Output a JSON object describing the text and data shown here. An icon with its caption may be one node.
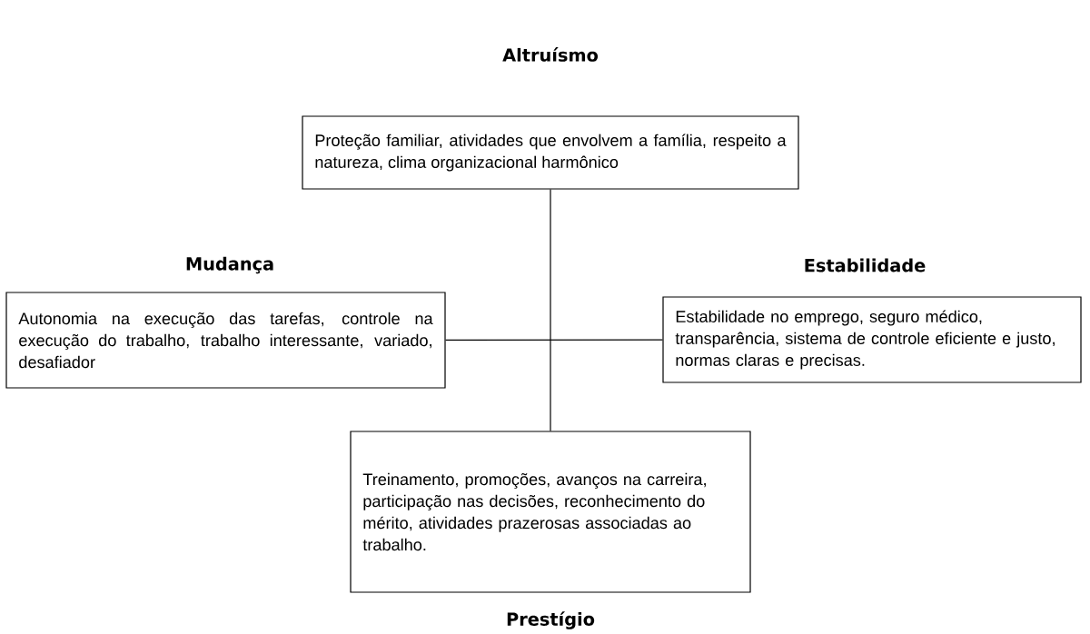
{
  "diagram": {
    "nodes": [
      {
        "text": [
          "Altruísmo",
          "Proteção familiar, atividades que envolvem a família, respeito a natureza, clima organizacional harmônico"
        ]
      },
      {
        "text": [
          "Mudança",
          "Autonomia na execução das tarefas, controle na execução do trabalho, trabalho interessante, variado, desafiador"
        ]
      },
      {
        "text": [
          "Estabilidade",
          "Estabilidade no emprego, seguro médico, transparência, sistema de controle eficiente e justo, normas claras e precisas."
        ]
      },
      {
        "text": [
          "Treinamento, promoções, avanços na carreira, participação nas decisões, reconhecimento do mérito, atividades prazerosas associadas ao trabalho.",
          "Prestígio"
        ]
      }
    ],
    "edges": [
      {
        "from": 0,
        "to": 3,
        "arrow": "none"
      },
      {
        "from": 1,
        "to": 2,
        "arrow": "none"
      }
    ]
  }
}
